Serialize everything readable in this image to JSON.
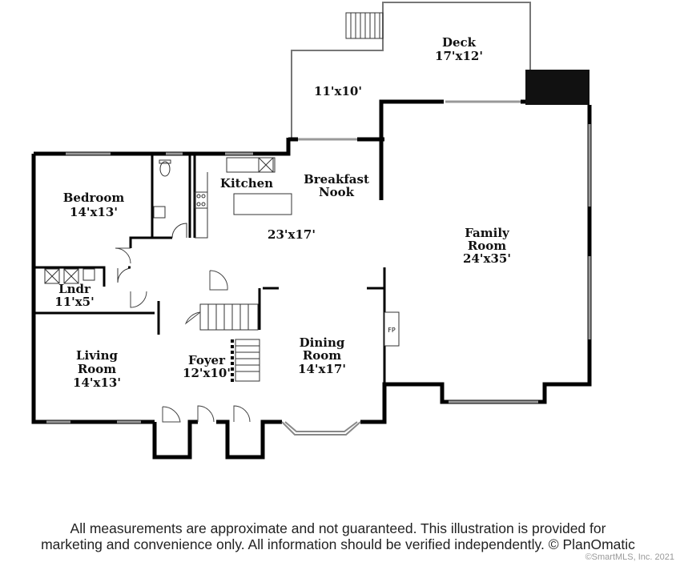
{
  "rooms": {
    "deck": {
      "name": "Deck",
      "size": "17'x12'"
    },
    "porch": {
      "size": "11'x10'"
    },
    "kitchen": {
      "name": "Kitchen"
    },
    "breakfast_nook": {
      "name_line1": "Breakfast",
      "name_line2": "Nook"
    },
    "kitchen_area": {
      "size": "23'x17'"
    },
    "bedroom": {
      "name": "Bedroom",
      "size": "14'x13'"
    },
    "family_room": {
      "name_line1": "Family",
      "name_line2": "Room",
      "size": "24'x35'"
    },
    "laundry": {
      "name": "Lndr",
      "size": "11'x5'"
    },
    "living_room": {
      "name_line1": "Living",
      "name_line2": "Room",
      "size": "14'x13'"
    },
    "foyer": {
      "name": "Foyer",
      "size": "12'x10'"
    },
    "dining_room": {
      "name_line1": "Dining",
      "name_line2": "Room",
      "size": "14'x17'"
    },
    "fireplace": {
      "label": "FP"
    }
  },
  "disclaimer": {
    "line1": "All measurements are approximate and not guaranteed. This illustration is provided for",
    "line2": "marketing and convenience only. All information should be verified independently. © PlanOmatic"
  },
  "copyright": "©SmartMLS, Inc. 2021"
}
